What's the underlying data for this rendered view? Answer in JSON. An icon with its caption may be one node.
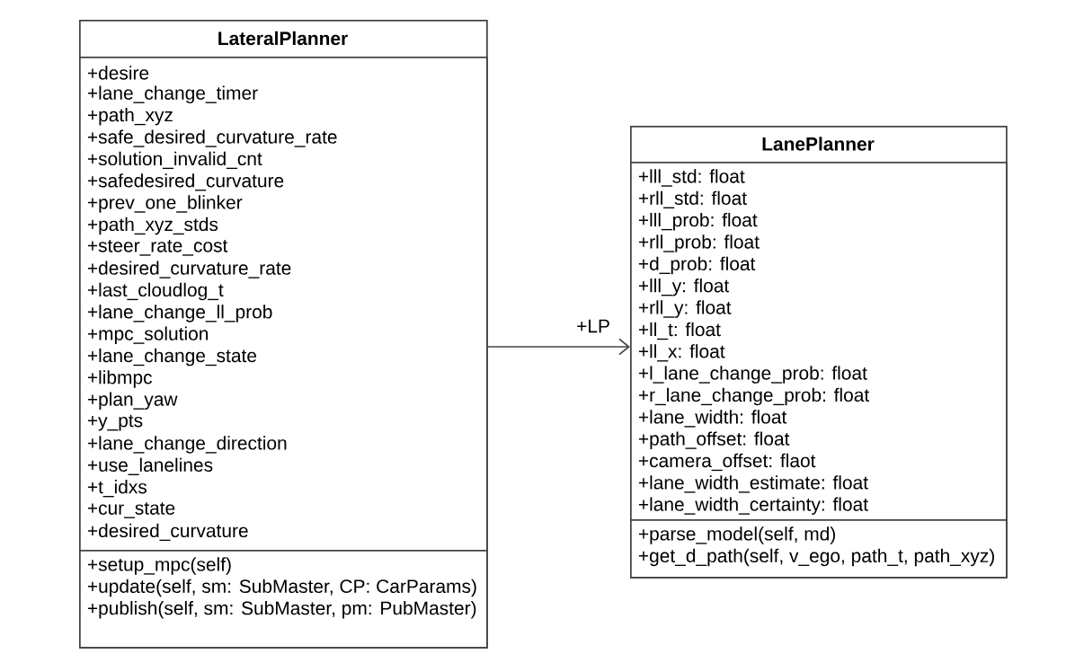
{
  "diagram": {
    "nodes": [
      {
        "text": [
          "LateralPlanner"
        ]
      },
      {
        "text": [
          "+desire",
          "+lane_change_timer",
          "+path_xyz",
          "+safe_desired_curvature_rate",
          "+solution_invalid_cnt",
          "+safedesired_curvature",
          "+prev_one_blinker",
          "+path_xyz_stds",
          "+steer_rate_cost",
          "+desired_curvature_rate",
          "+last_cloudlog_t",
          "+lane_change_ll_prob",
          "+mpc_solution",
          "+lane_change_state",
          "+libmpc",
          "+plan_yaw",
          "+y_pts",
          "+lane_change_direction",
          "+use_lanelines",
          "+t_idxs",
          "+cur_state",
          "+desired_curvature"
        ],
        "in": 0
      },
      {
        "text": [
          "+setup_mpc(self)",
          "+update(self, sm: SubMaster, CP: CarParams)",
          "+publish(self, sm: SubMaster, pm: PubMaster)"
        ],
        "in": 0
      },
      {
        "text": [
          "LanePlanner"
        ]
      },
      {
        "text": [
          "+lll_std: float",
          "+rll_std: float",
          "+lll_prob: float",
          "+rll_prob: float",
          "+d_prob: float",
          "+lll_y: float",
          "+rll_y: float",
          "+ll_t: float",
          "+ll_x: float",
          "+l_lane_change_prob: float",
          "+r_lane_change_prob: float",
          "+lane_width: float",
          "+path_offset: float",
          "+camera_offset: flaot",
          "+lane_width_estimate: float",
          "+lane_width_certainty: float"
        ],
        "in": 3
      },
      {
        "text": [
          "+parse_model(self, md)",
          "+get_d_path(self, v_ego, path_t, path_xyz)"
        ],
        "in": 3
      }
    ],
    "edges": [
      {
        "from": 0,
        "to": 3,
        "arrow": "to",
        "label": "+LP"
      }
    ]
  }
}
